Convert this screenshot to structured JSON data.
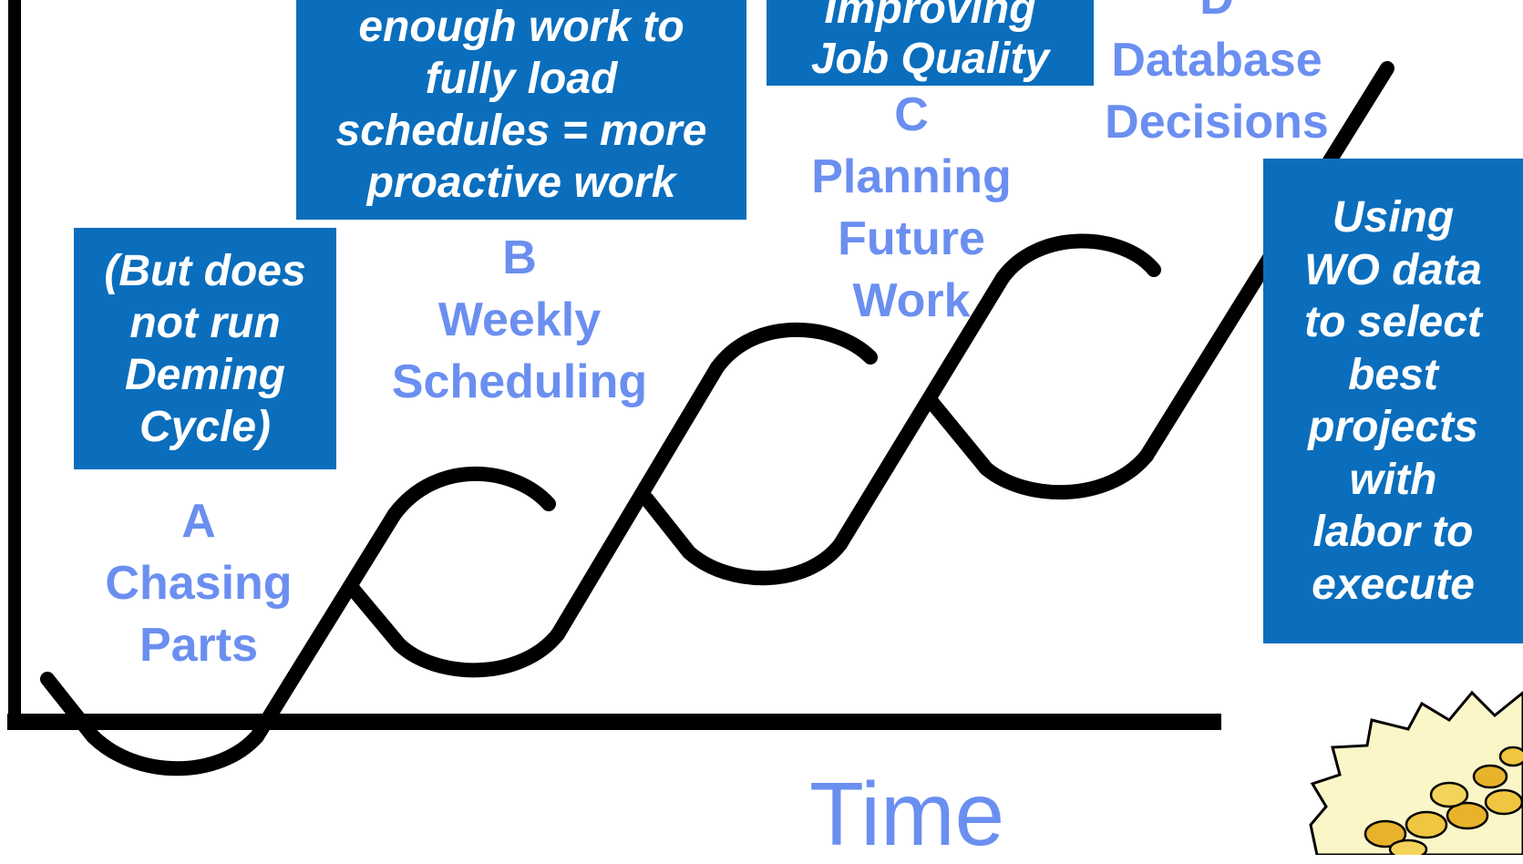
{
  "boxes": {
    "a_note": [
      "(But does",
      "not run",
      "Deming",
      "Cycle)"
    ],
    "b_note": [
      "enough work to",
      "fully load",
      "schedules = more",
      "proactive work"
    ],
    "c_note": [
      "Improving",
      "Job Quality"
    ],
    "d_note": [
      "Using",
      "WO data",
      "to select",
      "best",
      "projects",
      "with",
      "labor to",
      "execute"
    ]
  },
  "stages": {
    "a": {
      "letter": "A",
      "lines": [
        "Chasing",
        "Parts"
      ]
    },
    "b": {
      "letter": "B",
      "lines": [
        "Weekly",
        "Scheduling"
      ]
    },
    "c": {
      "letter": "C",
      "lines": [
        "Planning",
        "Future",
        "Work"
      ]
    },
    "d": {
      "letter": "D",
      "lines": [
        "Database",
        "Decisions"
      ]
    }
  },
  "axis": {
    "x_label": "Time"
  },
  "colors": {
    "box_bg": "#0a6ebd",
    "label": "#6b8ff0",
    "curve": "#000000"
  }
}
